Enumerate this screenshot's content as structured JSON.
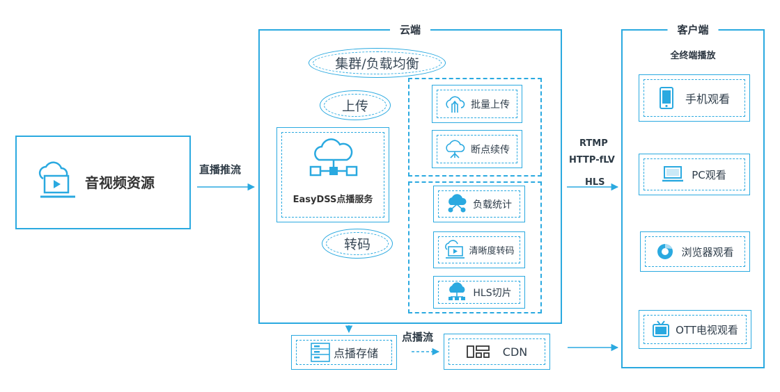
{
  "source": {
    "label": "音视频资源",
    "icon": "cloud-video-icon"
  },
  "arrow_live_label": "直播推流",
  "cloud": {
    "title": "云端",
    "load_balance": "集群/负载均衡",
    "upload": "上传",
    "service_label": "EasyDSS点播服务",
    "service_icon": "cloud-network-icon",
    "transcode": "转码",
    "upload_group": [
      {
        "label": "批量上传",
        "icon": "cloud-upload-icon"
      },
      {
        "label": "断点续传",
        "icon": "cloud-resume-icon"
      }
    ],
    "processing_group": [
      {
        "label": "负载统计",
        "icon": "cloud-share-icon"
      },
      {
        "label": "清晰度转码",
        "icon": "monitor-play-icon"
      },
      {
        "label": "HLS切片",
        "icon": "cloud-slice-icon"
      }
    ]
  },
  "protocols": [
    "RTMP",
    "HTTP-fLV",
    "HLS"
  ],
  "storage": {
    "label": "点播存储",
    "icon": "server-icon"
  },
  "vod_stream_label": "点播流",
  "cdn": {
    "label": "CDN",
    "icon": "cdn-icon"
  },
  "client": {
    "title": "客户端",
    "subtitle": "全终端播放",
    "items": [
      {
        "label": "手机观看",
        "icon": "phone-icon"
      },
      {
        "label": "PC观看",
        "icon": "monitor-icon"
      },
      {
        "label": "浏览器观看",
        "icon": "browser-icon"
      },
      {
        "label": "OTT电视观看",
        "icon": "tv-icon"
      }
    ]
  },
  "colors": {
    "accent": "#2aa9e0",
    "text": "#2d3a45"
  }
}
